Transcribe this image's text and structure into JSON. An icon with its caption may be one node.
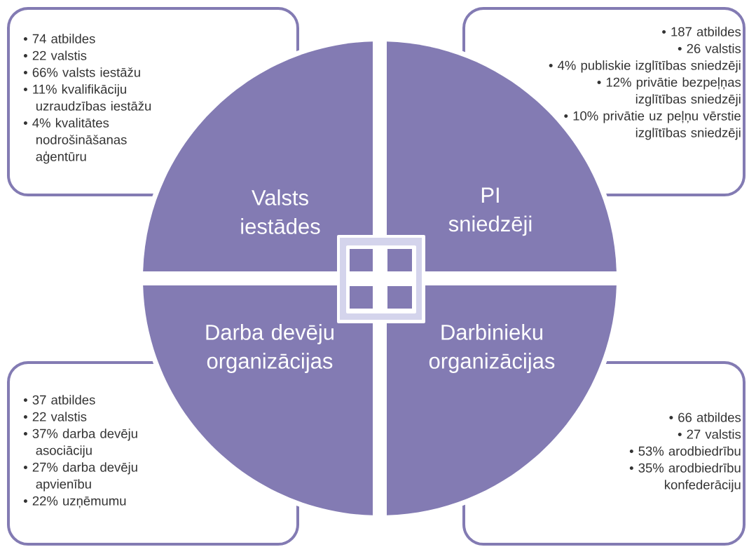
{
  "diagram": {
    "nodes": [
      {
        "text": [
          "• 74 atbildes",
          "• 22 valstis",
          "• 66% valsts iestāžu",
          "• 11% kvalifikāciju uzraudzības iestāžu",
          "• 4% kvalitātes nodrošināšanas aģentūru"
        ]
      },
      {
        "text": [
          "• 187 atbildes",
          "• 26 valstis",
          "• 4% publiskie izglītības sniedzēji",
          "• 12% privātie bezpeļņas izglītības sniedzēji",
          "• 10% privātie uz peļņu vērstie izglītības sniedzēji"
        ]
      },
      {
        "text": [
          "Valsts iestādes"
        ]
      },
      {
        "text": [
          "PI sniedzēji"
        ]
      },
      {
        "text": [
          "Darba devēju organizācijas"
        ]
      },
      {
        "text": [
          "Darbinieku organizācijas"
        ]
      },
      {
        "text": [
          "• 37 atbildes",
          "• 22 valstis",
          "• 37% darba devēju asociāciju",
          "• 27% darba devēju apvienību",
          "• 22% uzņēmumu"
        ]
      },
      {
        "text": [
          "• 66 atbildes",
          "• 27 valstis",
          "• 53% arodbiedrību",
          "• 35% arodbiedrību konfederāciju"
        ]
      }
    ]
  }
}
